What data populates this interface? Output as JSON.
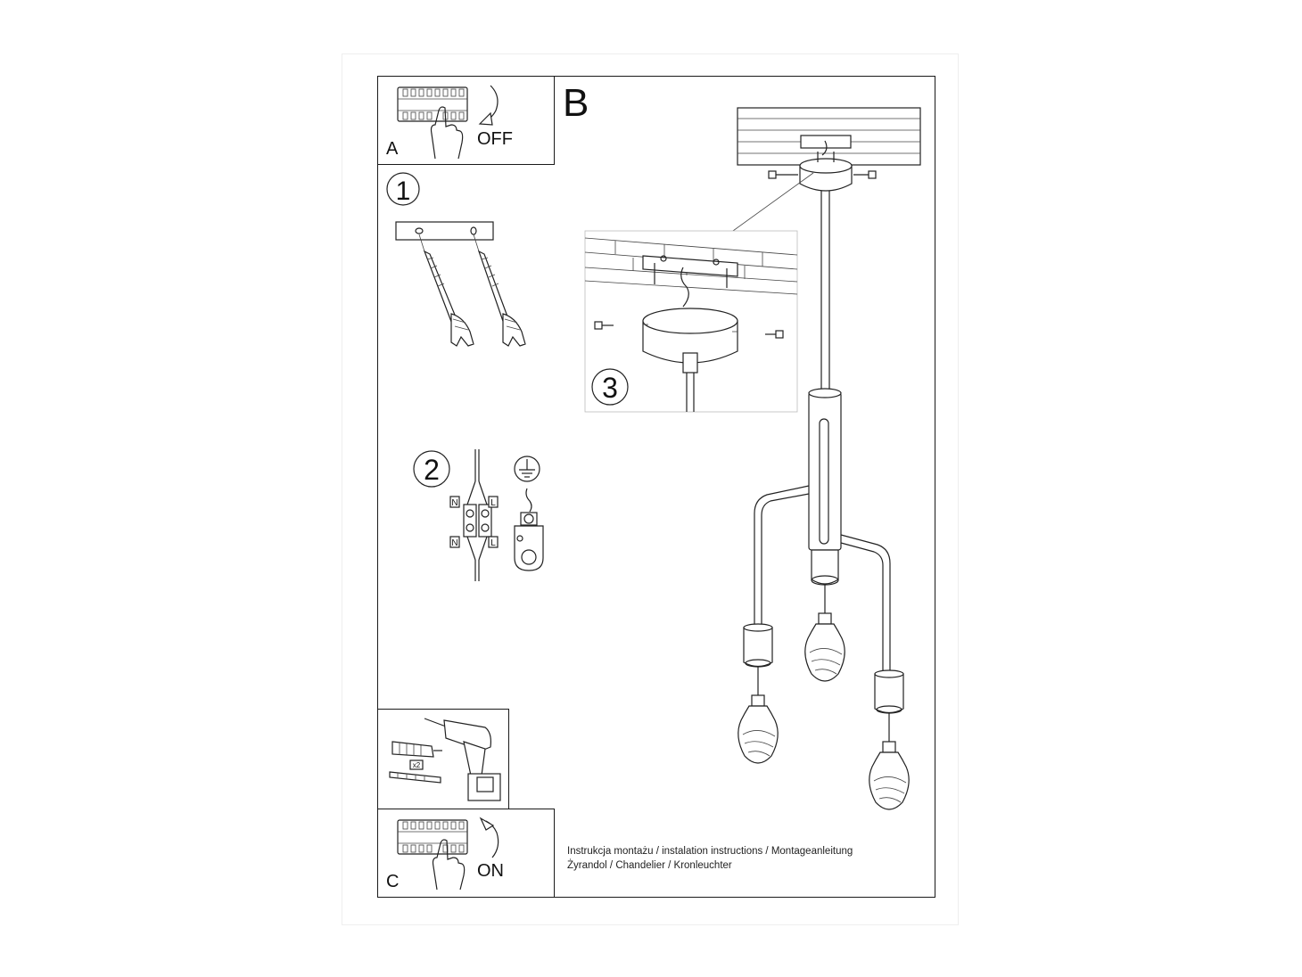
{
  "panels": {
    "a": {
      "letter": "A",
      "switch_label": "OFF"
    },
    "b": {
      "letter": "B"
    },
    "c": {
      "letter": "C",
      "switch_label": "ON"
    }
  },
  "steps": [
    "1",
    "2",
    "3"
  ],
  "wiring": {
    "neutral": "N",
    "live": "L"
  },
  "tools": {
    "quantity": "x2"
  },
  "caption": {
    "line1": "Instrukcja montażu / instalation instructions / Montageanleitung",
    "line2": "Żyrandol / Chandelier / Kronleuchter"
  },
  "icons": [
    "breaker-switch-icon",
    "hand-icon",
    "arrow-down-icon",
    "arrow-up-icon",
    "drill-icon",
    "wall-plug-icon",
    "screw-icon",
    "earth-ground-icon",
    "terminal-block-icon",
    "light-bulb-icon"
  ]
}
